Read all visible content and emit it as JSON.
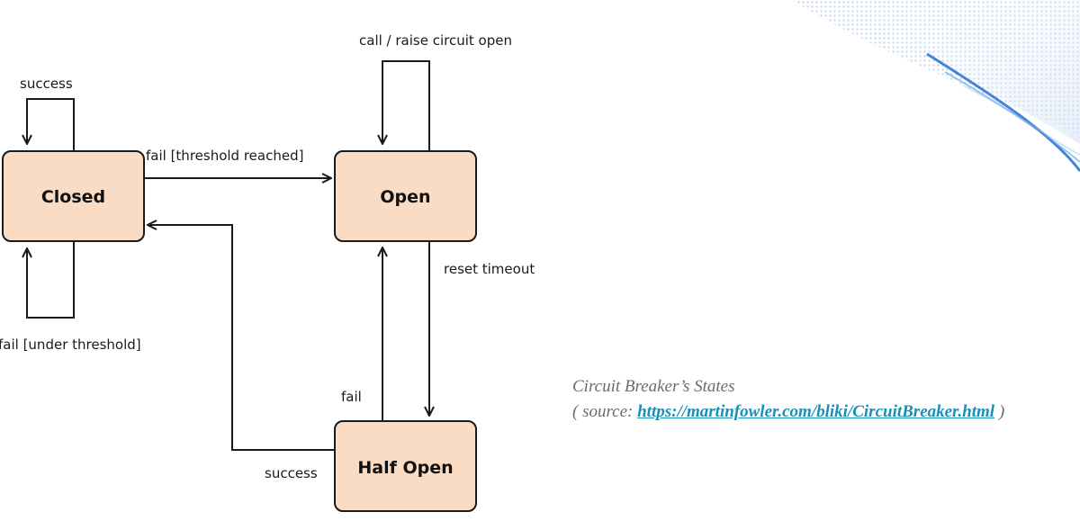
{
  "states": {
    "closed": "Closed",
    "open": "Open",
    "half_open": "Half Open"
  },
  "transitions": {
    "closed_success": "success",
    "closed_fail_under": "fail [under threshold]",
    "closed_to_open": "fail [threshold reached]",
    "open_self": "call / raise circuit open",
    "open_to_half": "reset timeout",
    "half_to_open": "fail",
    "half_to_closed": "success"
  },
  "caption": {
    "title": "Circuit Breaker’s States",
    "source_prefix": "( source: ",
    "source_link": "https://martinfowler.com/bliki/CircuitBreaker.html",
    "source_suffix": " )"
  },
  "colors": {
    "state_fill": "#fadcc4",
    "link": "#1a8fb5",
    "caption_text": "#6b6b6b"
  }
}
